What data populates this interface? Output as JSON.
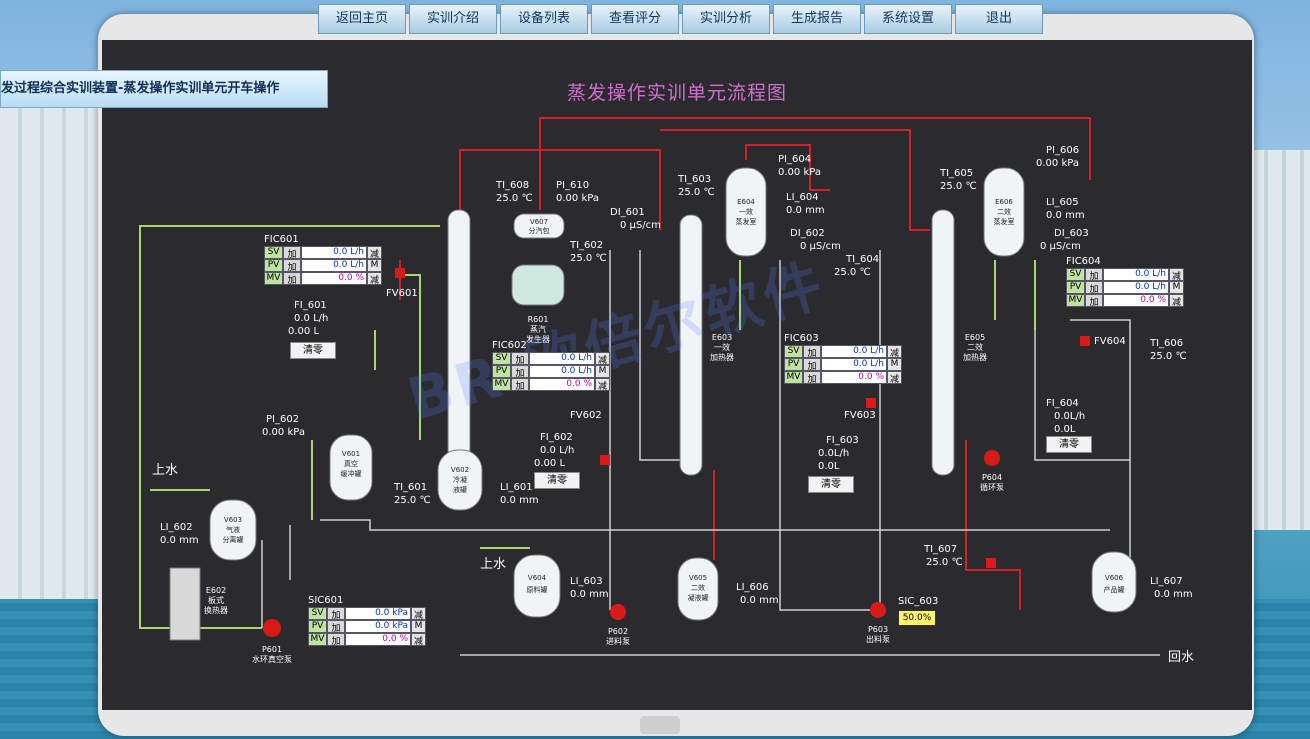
{
  "nav": [
    "返回主页",
    "实训介绍",
    "设备列表",
    "查看评分",
    "实训分析",
    "生成报告",
    "系统设置",
    "退出"
  ],
  "header_title": "发过程综合实训装置-蒸发操作实训单元开车操作",
  "diagram_title": "蒸发操作实训单元流程图",
  "watermark": "BR 欧倍尔软件",
  "colors": {
    "steam_line": "#d4202a",
    "feed_line": "#a8d86a",
    "water_line": "#e8f0c0",
    "vacuum_line": "#dcdcdc",
    "screen_bg": "#2b2a2f"
  },
  "controllers": {
    "fic601": {
      "tag": "FIC601",
      "rows": [
        {
          "k": "SV",
          "v": "0.0 L/h"
        },
        {
          "k": "PV",
          "v": "0.0 L/h"
        },
        {
          "k": "MV",
          "v": "0.0 %"
        }
      ]
    },
    "fic602": {
      "tag": "FIC602",
      "rows": [
        {
          "k": "SV",
          "v": "0.0 L/h"
        },
        {
          "k": "PV",
          "v": "0.0 L/h"
        },
        {
          "k": "MV",
          "v": "0.0 %"
        }
      ]
    },
    "fic603": {
      "tag": "FIC603",
      "rows": [
        {
          "k": "SV",
          "v": "0.0 L/h"
        },
        {
          "k": "PV",
          "v": "0.0 L/h"
        },
        {
          "k": "MV",
          "v": "0.0 %"
        }
      ]
    },
    "fic604": {
      "tag": "FIC604",
      "rows": [
        {
          "k": "SV",
          "v": "0.0 L/h"
        },
        {
          "k": "PV",
          "v": "0.0 L/h"
        },
        {
          "k": "MV",
          "v": "0.0 %"
        }
      ]
    },
    "sic601": {
      "tag": "SIC601",
      "rows": [
        {
          "k": "SV",
          "v": "0.0 kPa"
        },
        {
          "k": "PV",
          "v": "0.0 kPa"
        },
        {
          "k": "MV",
          "v": "0.0 %"
        }
      ]
    }
  },
  "ctrl_jia": "加",
  "ctrl_jian": "减",
  "ctrl_m": "M",
  "reset_label": "清零",
  "sic603": {
    "tag": "SIC_603",
    "value": "50.0%"
  },
  "equipment": {
    "v607": [
      "V607",
      "分汽包"
    ],
    "r601": [
      "R601",
      "蒸汽",
      "发生器"
    ],
    "e603": [
      "E603",
      "一效",
      "加热器"
    ],
    "e604": [
      "E604",
      "一效",
      "蒸发室"
    ],
    "e605": [
      "E605",
      "二效",
      "加热器"
    ],
    "e606": [
      "E606",
      "二效",
      "蒸发室"
    ],
    "v601": [
      "V601",
      "真空",
      "缓冲罐"
    ],
    "v602": [
      "V602",
      "冷凝",
      "液罐"
    ],
    "v603": [
      "V603",
      "气液",
      "分离罐"
    ],
    "e602": [
      "E602",
      "板式",
      "换热器"
    ],
    "p601": [
      "P601",
      "水环真空泵"
    ],
    "v604": [
      "V604",
      "原料罐"
    ],
    "p602": [
      "P602",
      "进料泵"
    ],
    "v605": [
      "V605",
      "二效",
      "凝液罐"
    ],
    "p603": [
      "P603",
      "出料泵"
    ],
    "p604": [
      "P604",
      "循环泵"
    ],
    "v606": [
      "V606",
      "产品罐"
    ]
  },
  "valves": {
    "fv601": "FV601",
    "fv602": "FV602",
    "fv603": "FV603",
    "fv604": "FV604"
  },
  "instruments": {
    "ti608": [
      "TI_608",
      "25.0 ℃"
    ],
    "pi610": [
      "PI_610",
      "0.00 kPa"
    ],
    "ti603": [
      "TI_603",
      "25.0 ℃"
    ],
    "pi604": [
      "PI_604",
      "0.00 kPa"
    ],
    "li604": [
      "LI_604",
      "0.0 mm"
    ],
    "di601": [
      "DI_601",
      "0 μS/cm"
    ],
    "ti602": [
      "TI_602",
      "25.0 ℃"
    ],
    "di602": [
      "DI_602",
      "0 μS/cm"
    ],
    "ti604": [
      "TI_604",
      "25.0 ℃"
    ],
    "ti605": [
      "TI_605",
      "25.0 ℃"
    ],
    "pi606": [
      "PI_606",
      "0.00 kPa"
    ],
    "li605": [
      "LI_605",
      "0.0 mm"
    ],
    "di603": [
      "DI_603",
      "0 μS/cm"
    ],
    "ti606": [
      "TI_606",
      "25.0 ℃"
    ],
    "fi601": [
      "FI_601",
      "0.0  L/h",
      "0.00  L"
    ],
    "fi602": [
      "FI_602",
      "0.0  L/h",
      "0.00  L"
    ],
    "fi603": [
      "FI_603",
      "0.0L/h",
      "0.0L"
    ],
    "fi604": [
      "FI_604",
      "0.0L/h",
      "0.0L"
    ],
    "pi602": [
      "PI_602",
      "0.00 kPa"
    ],
    "ti601": [
      "TI_601",
      "25.0 ℃"
    ],
    "li601": [
      "LI_601",
      "0.0 mm"
    ],
    "li602": [
      "LI_602",
      "0.0 mm"
    ],
    "li603": [
      "LI_603",
      "0.0 mm"
    ],
    "li606": [
      "LI_606",
      "0.0 mm"
    ],
    "ti607": [
      "TI_607",
      "25.0 ℃"
    ],
    "li607": [
      "LI_607",
      "0.0 mm"
    ]
  },
  "streams": {
    "water_in_1": "上水",
    "water_in_2": "上水",
    "water_return": "回水"
  }
}
